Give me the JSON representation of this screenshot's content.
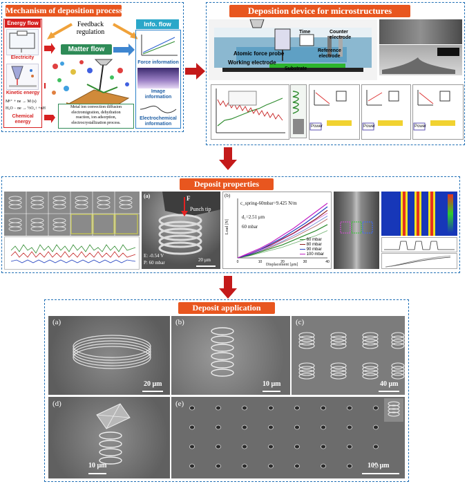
{
  "top_left": {
    "title": "Mechanism of deposition process",
    "energy_flow": "Energy flow",
    "feedback": "Feedback\nregulation",
    "info_flow": "Info. flow",
    "matter_flow": "Matter flow",
    "electricity": "Electricity",
    "kinetic_energy": "Kinetic energy",
    "chemical_energy": "Chemical\nenergy",
    "eq1": "Mⁿ⁺ + ne → M (s)",
    "eq2": "H₂O − ne → ½O₂↑ +nH⁺",
    "process_text": "Metal ion convection diffusion\nelectromigration, dehydration\nreaction, ion adsorption,\nelectrocrystallization process.",
    "force_info": "Force information",
    "image_info": "Image\ninformation",
    "electrochem_info": "Electrochemical\ninformation"
  },
  "top_right": {
    "title": "Deposition device for microstructures",
    "counter_electrode": "Counter\nelectrode",
    "reference_electrode": "Reference\nelectrode",
    "afm_probe": "Atomic force probe",
    "working_electrode": "Working electrode",
    "substrate": "Substrate",
    "time": "Time",
    "power": "Power"
  },
  "middle": {
    "title": "Deposit properties",
    "panel_a_label": "(a)",
    "force_label": "F",
    "punch_tip": "Punch tip",
    "e_value": "E: -0.54 V",
    "p_value": "P: 60 mbar",
    "scale_20": "20 μm",
    "panel_b_label": "(b)",
    "c_spring": "c_spring-60mbar=9.425 N/m",
    "d_value": "d₁=2.51 μm",
    "mbar_60": "60 mbar",
    "xlabel": "Displacement [μm]",
    "ylabel": "Load [N]",
    "legend": [
      "60 mbar",
      "80 mbar",
      "90 mbar",
      "100 mbar"
    ],
    "colors": [
      "#2e8b2e",
      "#8b1a1a",
      "#1f3fbf",
      "#c21fc2"
    ]
  },
  "bottom": {
    "title": "Deposit application",
    "panels": [
      {
        "label": "(a)",
        "scale": "20 μm"
      },
      {
        "label": "(b)",
        "scale": "10 μm"
      },
      {
        "label": "(c)",
        "scale": "40 μm"
      },
      {
        "label": "(d)",
        "scale": "10 μm"
      },
      {
        "label": "(e)",
        "scale": "100 μm"
      }
    ]
  },
  "chart_data": {
    "type": "line",
    "xlabel": "Displacement [μm]",
    "ylabel": "Load [N]",
    "xlim": [
      0,
      40
    ],
    "x": [
      0,
      5,
      10,
      15,
      20,
      25,
      30,
      35,
      40
    ],
    "series": [
      {
        "name": "60 mbar",
        "values": [
          0,
          0.02,
          0.05,
          0.08,
          0.11,
          0.15,
          0.19,
          0.23,
          0.28
        ]
      },
      {
        "name": "80 mbar",
        "values": [
          0,
          0.03,
          0.07,
          0.11,
          0.16,
          0.21,
          0.27,
          0.33,
          0.4
        ]
      },
      {
        "name": "90 mbar",
        "values": [
          0,
          0.03,
          0.07,
          0.12,
          0.17,
          0.23,
          0.29,
          0.36,
          0.43
        ]
      },
      {
        "name": "100 mbar",
        "values": [
          0,
          0.04,
          0.08,
          0.13,
          0.19,
          0.25,
          0.32,
          0.39,
          0.46
        ]
      }
    ]
  }
}
